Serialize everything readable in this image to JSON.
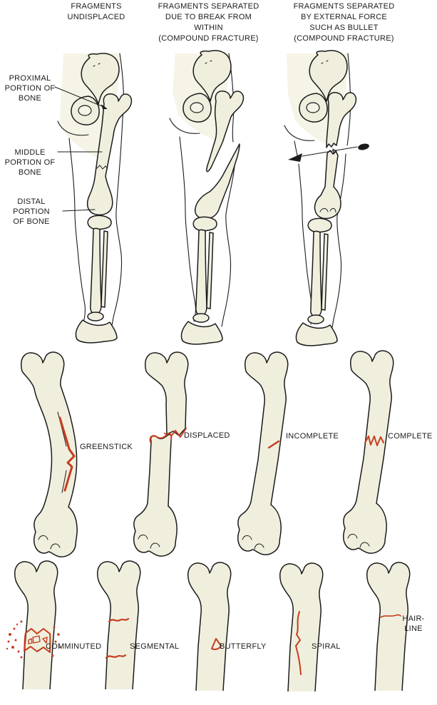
{
  "colors": {
    "bone_fill": "#f0efde",
    "patch_fill": "#f5f4e7",
    "outline": "#1b1b1b",
    "fracture_red": "#c63d1e",
    "text_color": "#1b1b1b"
  },
  "headers": {
    "undisplaced": "FRAGMENTS\nUNDISPLACED",
    "break_from_within": "FRAGMENTS SEPARATED\nDUE TO BREAK FROM\nWITHIN\n(COMPOUND FRACTURE)",
    "external_force": "FRAGMENTS SEPARATED\nBY EXTERNAL FORCE\nSUCH  AS BULLET\n(COMPOUND FRACTURE)"
  },
  "bone_portions": {
    "proximal": "PROXIMAL\nPORTION OF\nBONE",
    "middle": "MIDDLE\nPORTION OF\nBONE",
    "distal": "DISTAL\nPORTION\nOF BONE"
  },
  "fracture_types": {
    "greenstick": "GREENSTICK",
    "displaced": "DISPLACED",
    "incomplete": "INCOMPLETE",
    "complete": "COMPLETE",
    "comminuted": "COMMINUTED",
    "segmental": "SEGMENTAL",
    "butterfly": "BUTTERFLY",
    "spiral": "SPIRAL",
    "hairline": "HAIR-\nLINE"
  }
}
